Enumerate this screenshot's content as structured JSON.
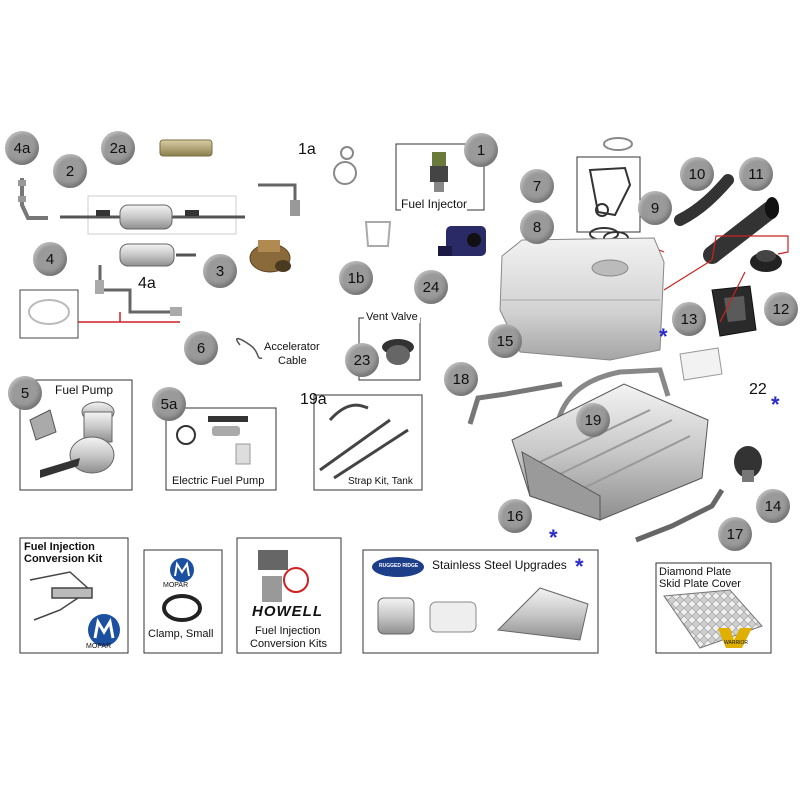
{
  "diagram": {
    "callouts": [
      {
        "id": "c-1",
        "label": "1"
      },
      {
        "id": "c-2",
        "label": "2"
      },
      {
        "id": "c-2a",
        "label": "2a"
      },
      {
        "id": "c-3",
        "label": "3"
      },
      {
        "id": "c-4",
        "label": "4"
      },
      {
        "id": "c-4a-top",
        "label": "4a"
      },
      {
        "id": "c-4a-mid",
        "label": "4a"
      },
      {
        "id": "c-5",
        "label": "5"
      },
      {
        "id": "c-5a",
        "label": "5a"
      },
      {
        "id": "c-6",
        "label": "6"
      },
      {
        "id": "c-7",
        "label": "7"
      },
      {
        "id": "c-8",
        "label": "8"
      },
      {
        "id": "c-9",
        "label": "9"
      },
      {
        "id": "c-10",
        "label": "10"
      },
      {
        "id": "c-11",
        "label": "11"
      },
      {
        "id": "c-12",
        "label": "12"
      },
      {
        "id": "c-13",
        "label": "13"
      },
      {
        "id": "c-14",
        "label": "14"
      },
      {
        "id": "c-15",
        "label": "15"
      },
      {
        "id": "c-16",
        "label": "16"
      },
      {
        "id": "c-17",
        "label": "17"
      },
      {
        "id": "c-18",
        "label": "18"
      },
      {
        "id": "c-19",
        "label": "19"
      },
      {
        "id": "c-1b",
        "label": "1b"
      },
      {
        "id": "c-23",
        "label": "23"
      },
      {
        "id": "c-24",
        "label": "24"
      }
    ],
    "plain_numbers": {
      "n_1a": "1a",
      "n_19a": "19a",
      "n_22": "22"
    },
    "labels": {
      "fuel_injector": "Fuel Injector",
      "accelerator_cable_1": "Accelerator",
      "accelerator_cable_2": "Cable",
      "vent_valve": "Vent Valve",
      "fuel_pump": "Fuel Pump",
      "electric_fuel_pump": "Electric Fuel Pump",
      "strap_kit": "Strap Kit, Tank",
      "fi_conversion_kit_1": "Fuel Injection",
      "fi_conversion_kit_2": "Conversion Kit",
      "clamp_small": "Clamp, Small",
      "fi_conversion_kits_1": "Fuel Injection",
      "fi_conversion_kits_2": "Conversion Kits",
      "howell": "HOWELL",
      "stainless_upgrades": "Stainless Steel Upgrades",
      "diamond_plate_1": "Diamond Plate",
      "diamond_plate_2": "Skid Plate Cover",
      "mopar": "MOPAR",
      "warrior": "WARRIOR",
      "rugged_ridge_logo": "RUGGED RIDGE"
    },
    "asterisk": "*",
    "colors": {
      "callout_fill": "#9a9a9a",
      "leader_red": "#cc2222",
      "asterisk_blue": "#2b2bcc"
    }
  }
}
